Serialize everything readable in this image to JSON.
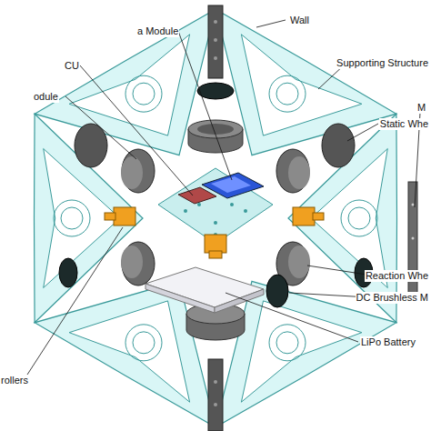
{
  "diagram": {
    "labels": [
      "a Module",
      "CU",
      "odule",
      "Wall",
      "Supporting Structure",
      "Static Whe",
      "M",
      "Reaction Whe",
      "DC Brushless M",
      "LiPo Battery",
      "rollers"
    ]
  }
}
